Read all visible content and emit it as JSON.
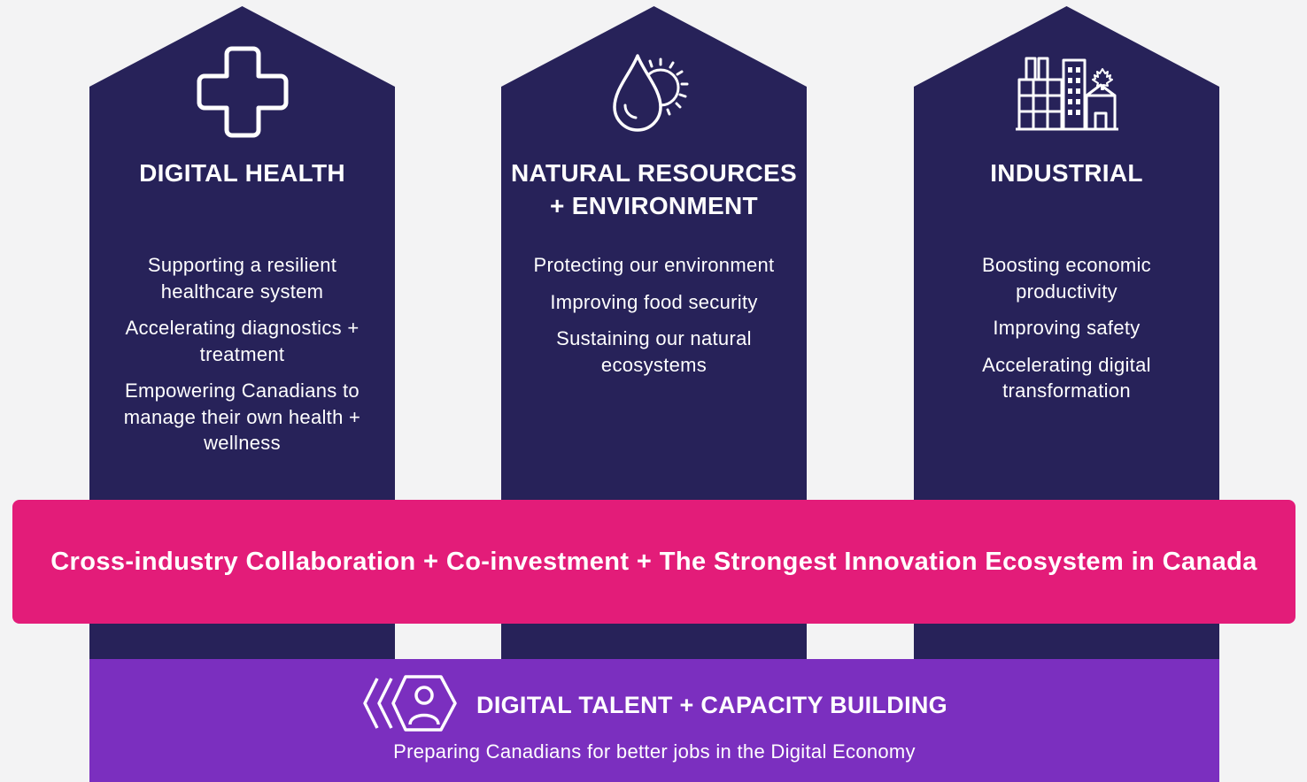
{
  "colors": {
    "background": "#f3f3f4",
    "pillar": "#272259",
    "band": "#e31c79",
    "foundation": "#7b2fbf",
    "text": "#ffffff"
  },
  "pillars": [
    {
      "icon": "medical-cross-icon",
      "title_lines": [
        "DIGITAL HEALTH"
      ],
      "items": [
        "Supporting a resilient healthcare system",
        "Accelerating diagnostics + treatment",
        "Empowering Canadians to manage their own health + wellness"
      ]
    },
    {
      "icon": "water-drop-sun-icon",
      "title_lines": [
        "NATURAL RESOURCES",
        "+ ENVIRONMENT"
      ],
      "items": [
        "Protecting our environment",
        "Improving food security",
        "Sustaining our natural ecosystems"
      ]
    },
    {
      "icon": "industrial-buildings-icon",
      "title_lines": [
        "INDUSTRIAL"
      ],
      "items": [
        "Boosting economic productivity",
        "Improving safety",
        "Accelerating digital transformation"
      ]
    }
  ],
  "band": {
    "text": "Cross-industry Collaboration + Co-investment + The Strongest Innovation Ecosystem in Canada"
  },
  "foundation": {
    "icon": "talent-people-hexagon-icon",
    "title": "DIGITAL TALENT + CAPACITY BUILDING",
    "subtitle": "Preparing Canadians for better jobs in the Digital Economy"
  }
}
